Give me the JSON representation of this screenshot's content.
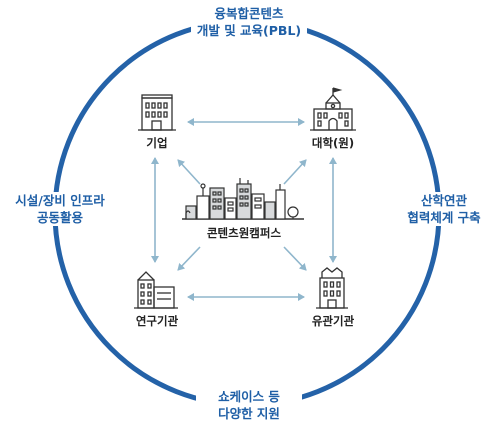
{
  "ring_color": "#2462a8",
  "arrow_color": "#8fb6cc",
  "icon_color": "#333333",
  "ring_labels": {
    "top": [
      "융복합콘텐츠",
      "개발 및 교육(PBL)"
    ],
    "left": [
      "시설/장비 인프라",
      "공동활용"
    ],
    "right": [
      "산학연관",
      "협력체계 구축"
    ],
    "bottom": [
      "쇼케이스 등",
      "다양한 지원"
    ]
  },
  "nodes": {
    "company": {
      "label": "기업",
      "icon": "office-building-icon"
    },
    "university": {
      "label": "대학(원)",
      "icon": "university-building-icon"
    },
    "center": {
      "label": "콘텐츠원캠퍼스",
      "icon": "city-skyline-icon"
    },
    "research": {
      "label": "연구기관",
      "icon": "research-building-icon"
    },
    "related": {
      "label": "유관기관",
      "icon": "agency-building-icon"
    }
  }
}
